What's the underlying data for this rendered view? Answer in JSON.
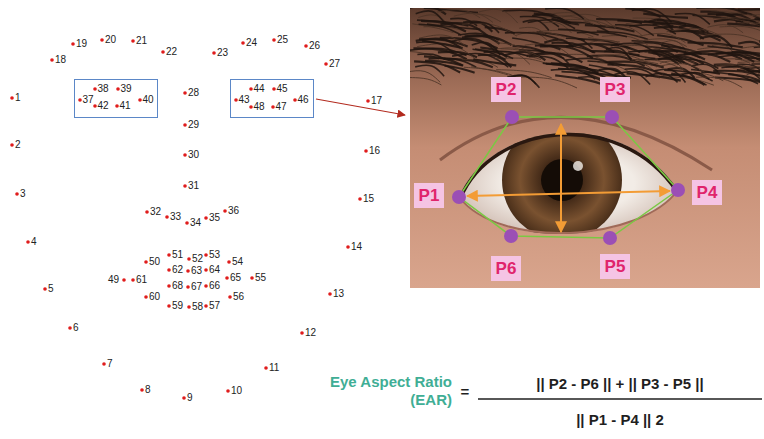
{
  "diagram": {
    "nodes": [
      {
        "text": [
          "38",
          "39",
          "37",
          "40",
          "42",
          "41"
        ]
      },
      {
        "text": [
          "44",
          "45",
          "43",
          "46",
          "48",
          "47"
        ]
      },
      {
        "text": [
          "P2"
        ]
      },
      {
        "text": [
          "P3"
        ]
      },
      {
        "text": [
          "P1"
        ]
      },
      {
        "text": [
          "P4"
        ]
      },
      {
        "text": [
          "P6"
        ]
      },
      {
        "text": [
          "P5"
        ]
      }
    ],
    "labels": [
      "1",
      "2",
      "3",
      "4",
      "5",
      "6",
      "7",
      "8",
      "9",
      "10",
      "11",
      "12",
      "13",
      "14",
      "15",
      "16",
      "17",
      "18",
      "19",
      "20",
      "21",
      "22",
      "23",
      "24",
      "25",
      "26",
      "27",
      "28",
      "29",
      "30",
      "31",
      "32",
      "33",
      "34",
      "35",
      "36",
      "49",
      "50",
      "51",
      "52",
      "53",
      "54",
      "55",
      "56",
      "57",
      "58",
      "59",
      "60",
      "61",
      "62",
      "63",
      "64",
      "65",
      "66",
      "67",
      "68",
      "Eye Aspect Ratio (EAR)",
      "=",
      "|| P2 - P6 || + || P3 - P5 ||",
      "|| P1 - P4 || 2"
    ]
  }
}
